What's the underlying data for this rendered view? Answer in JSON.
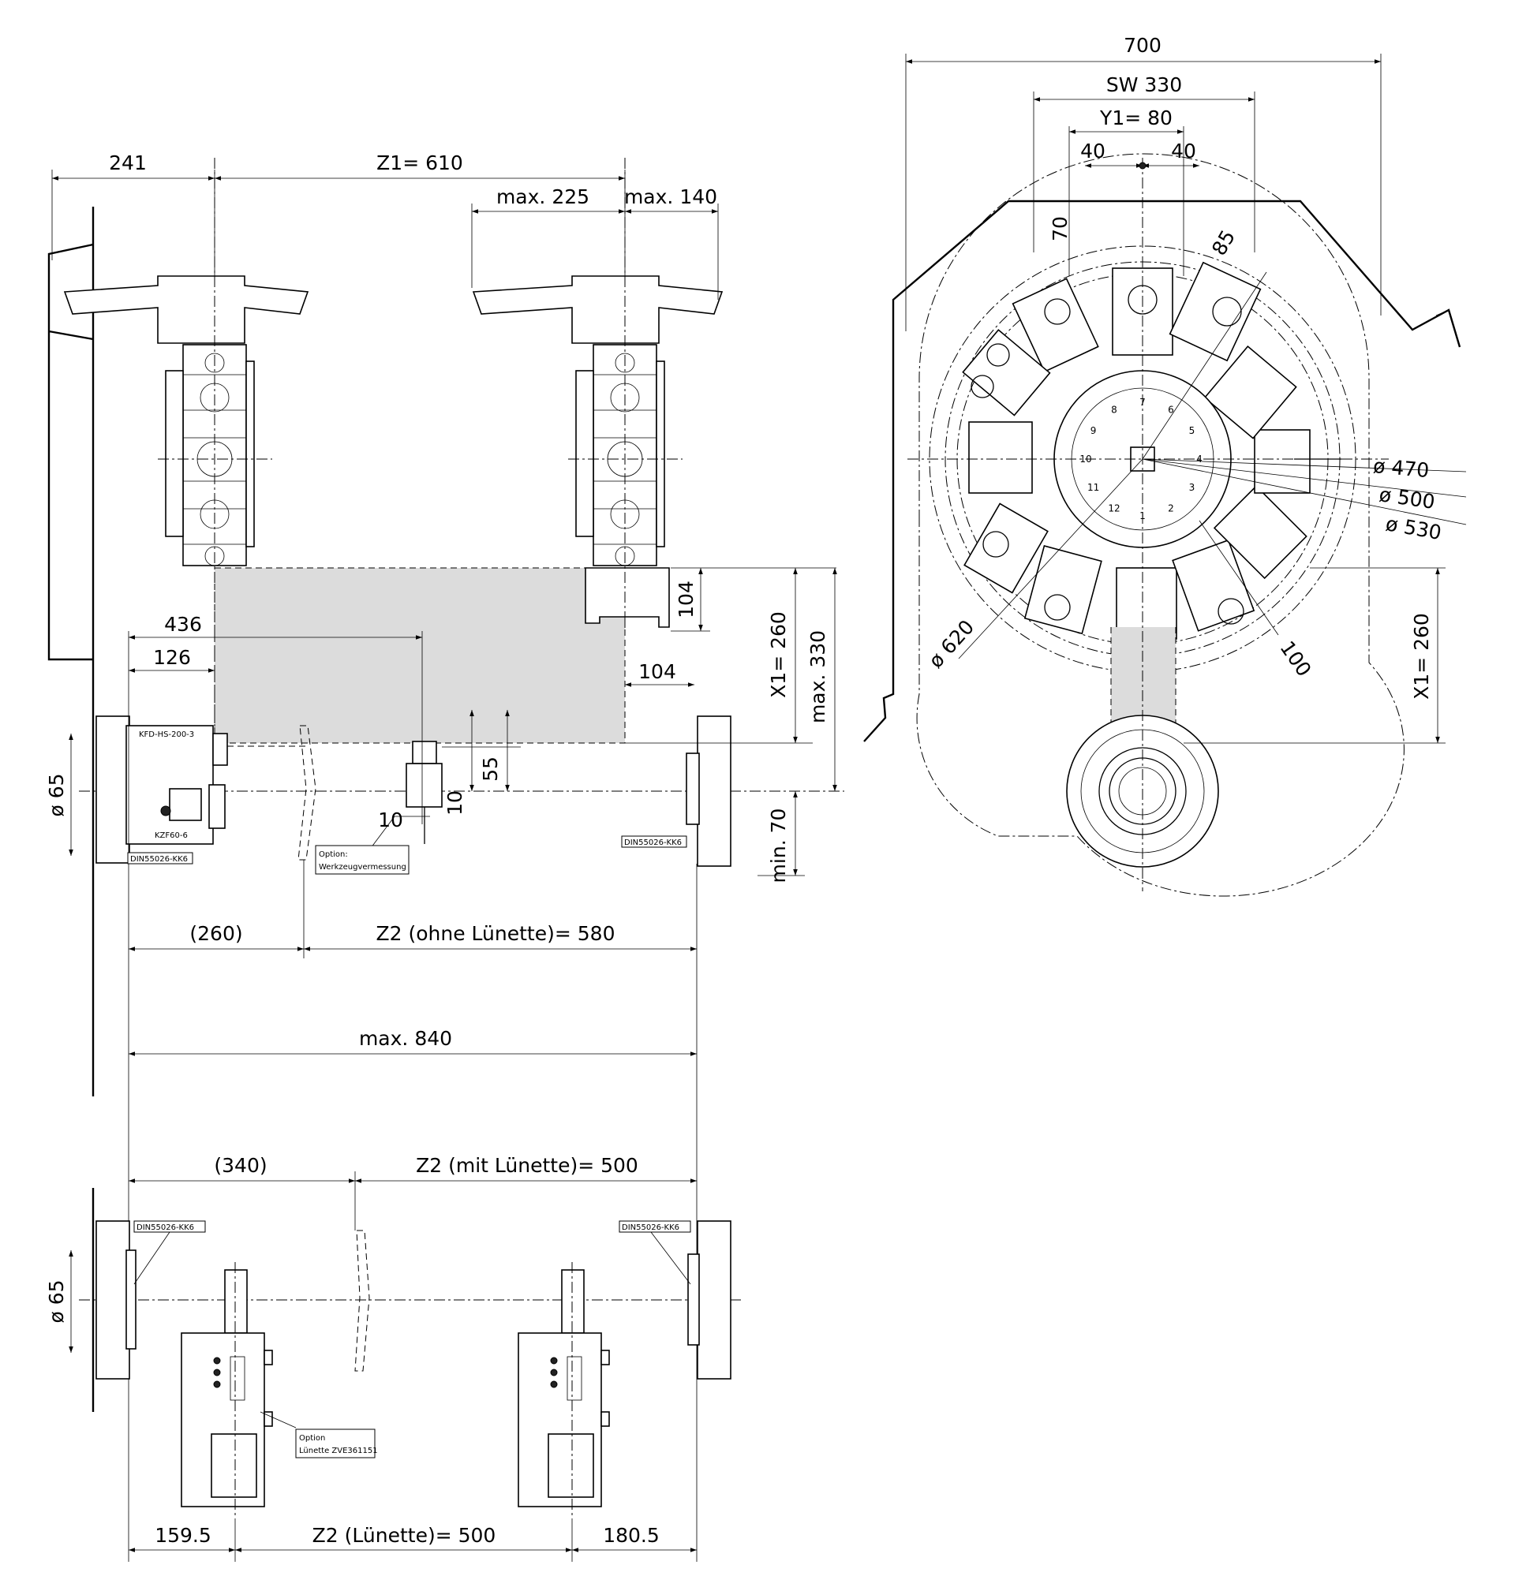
{
  "side_view": {
    "dim_241": "241",
    "dim_z1": "Z1= 610",
    "dim_max225": "max. 225",
    "dim_max140": "max. 140",
    "dim_436": "436",
    "dim_126": "126",
    "dim_104_v": "104",
    "dim_104_h": "104",
    "dim_x1": "X1= 260",
    "dim_max330": "max. 330",
    "dim_55": "55",
    "dim_10_v": "10",
    "dim_10_h": "10",
    "dim_d65": "ø 65",
    "dim_min70": "min. 70",
    "dim_260": "(260)",
    "dim_z2_ohne": "Z2 (ohne Lünette)= 580",
    "dim_max840": "max. 840",
    "label_kfd": "KFD-HS-200-3",
    "label_kzf": "KZF60-6",
    "label_din_left": "DIN55026-KK6",
    "label_din_right": "DIN55026-KK6",
    "label_option_line1": "Option:",
    "label_option_line2": "Werkzeugvermessung"
  },
  "turret_view": {
    "dim_700": "700",
    "dim_sw": "SW 330",
    "dim_y1": "Y1= 80",
    "dim_40_left": "40",
    "dim_40_right": "40",
    "dim_70": "70",
    "dim_85": "85",
    "dim_d470": "ø 470",
    "dim_d500": "ø 500",
    "dim_d530": "ø 530",
    "dim_d620": "ø 620",
    "dim_100": "100",
    "dim_x1": "X1= 260",
    "station_numbers": [
      "1",
      "2",
      "3",
      "4",
      "5",
      "6",
      "7",
      "8",
      "9",
      "10",
      "11",
      "12"
    ]
  },
  "bottom_view": {
    "dim_340": "(340)",
    "dim_z2_mit": "Z2 (mit Lünette)= 500",
    "dim_d65": "ø 65",
    "dim_159": "159.5",
    "dim_z2_lun": "Z2 (Lünette)= 500",
    "dim_180": "180.5",
    "label_din_left": "DIN55026-KK6",
    "label_din_right": "DIN55026-KK6",
    "label_option_line1": "Option",
    "label_option_line2": "Lünette ZVE361151"
  }
}
